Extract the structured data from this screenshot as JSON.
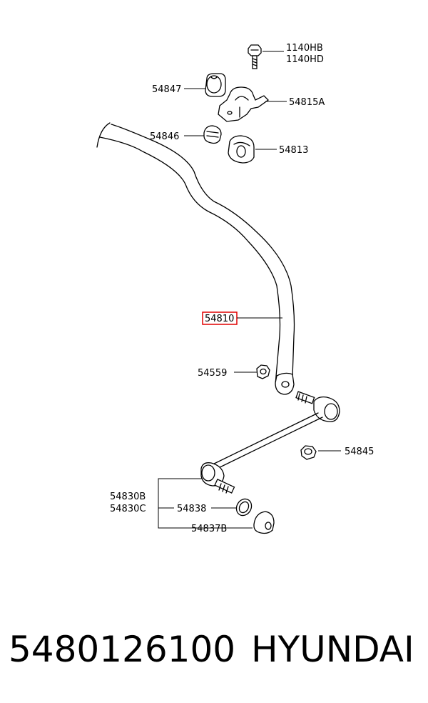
{
  "diagram": {
    "highlight_color": "#e00000",
    "labels": {
      "bolt_hb": "1140HB",
      "bolt_hd": "1140HD",
      "p54847": "54847",
      "p54815a": "54815A",
      "p54846": "54846",
      "p54813": "54813",
      "p54810": "54810",
      "p54559": "54559",
      "p54845": "54845",
      "p54830b": "54830B",
      "p54830c": "54830C",
      "p54838": "54838",
      "p54837b": "54837B"
    }
  },
  "footer": {
    "part_number": "5480126100",
    "brand": "HYUNDAI"
  }
}
